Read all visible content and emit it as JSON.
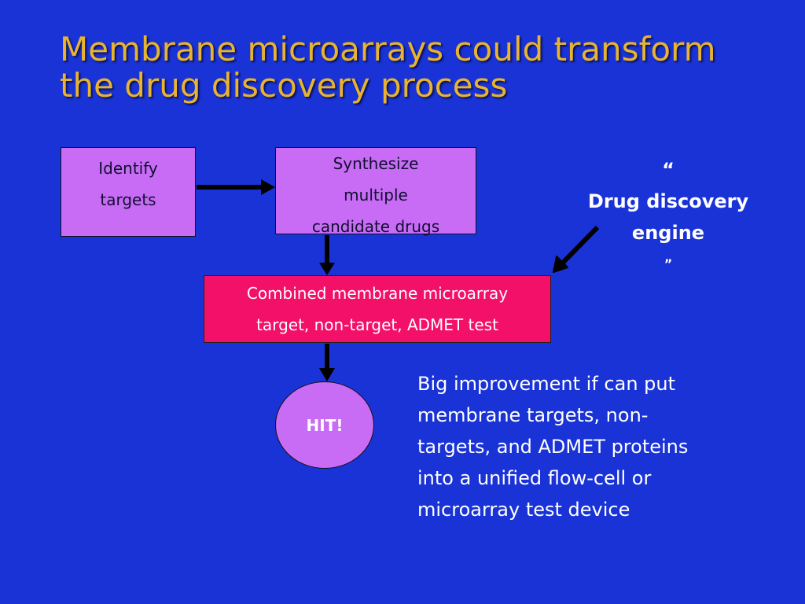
{
  "title": {
    "line1": "Membrane microarrays could transform",
    "line2": "the drug discovery process"
  },
  "flow": {
    "identify": [
      "Identify",
      "targets"
    ],
    "synthesize": [
      "Synthesize",
      "multiple",
      "candidate drugs"
    ],
    "combined": [
      "Combined membrane microarray",
      "target, non-target, ADMET test"
    ],
    "hit": "HIT!"
  },
  "engine_label": {
    "open_quote": "“",
    "line1": "Drug discovery",
    "line2": "engine",
    "close_quote": "”"
  },
  "note": [
    "Big improvement if can put",
    "membrane targets, non-",
    "targets, and ADMET proteins",
    "into a unified flow-cell or",
    "microarray test device"
  ],
  "colors": {
    "background": "#1a33d6",
    "title": "#e8b430",
    "box_purple": "#c86bf5",
    "box_pink": "#f21069"
  }
}
